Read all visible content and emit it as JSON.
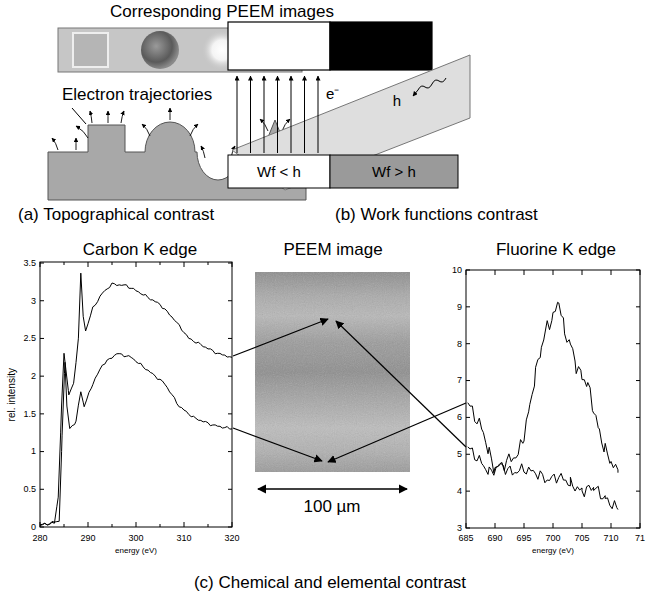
{
  "diagram": {
    "labels": [
      "Corresponding PEEM images",
      "Electron trajectories",
      "(a) Topographical contrast",
      "e⁻",
      "h",
      "Wf < h",
      "Wf > h",
      "(b) Work functions contrast",
      "Carbon K edge",
      "PEEM image",
      "Fluorine K edge",
      "rel. intensity",
      "0",
      "0.5",
      "1",
      "1.5",
      "2",
      "2.5",
      "3",
      "3.5",
      "280",
      "290",
      "300",
      "310",
      "320",
      "energy (eV)",
      "100 µm",
      "3",
      "4",
      "5",
      "6",
      "7",
      "8",
      "9",
      "10",
      "685",
      "690",
      "695",
      "700",
      "705",
      "710",
      "71",
      "energy (eV)",
      "(c) Chemical and elemental contrast"
    ]
  }
}
